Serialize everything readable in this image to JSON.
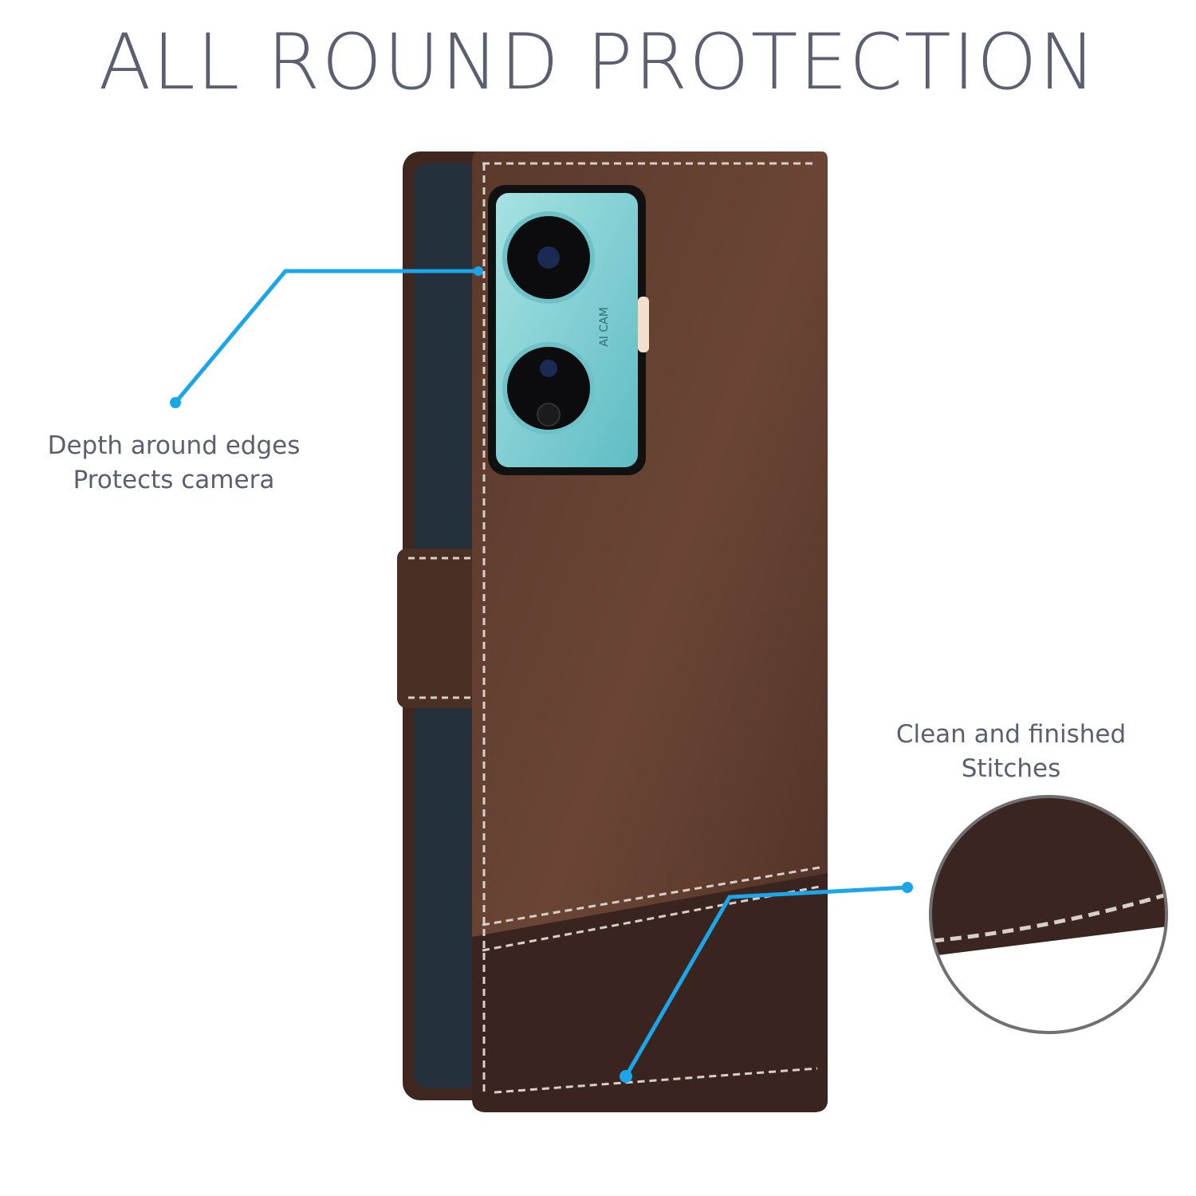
{
  "title": "ALL ROUND PROTECTION",
  "callouts": {
    "camera": {
      "line1": "Depth around edges",
      "line2": "Protects camera"
    },
    "stitches": {
      "line1": "Clean and finished",
      "line2": "Stitches"
    }
  },
  "camera_label": "AI CAM",
  "colors": {
    "title": "#5a6070",
    "callout_line": "#1aa6e8",
    "leather_light": "#5e3b2d",
    "leather_dark": "#3a2420",
    "stitch": "#d8cfc8",
    "camera_module": "#8fd6d8"
  }
}
